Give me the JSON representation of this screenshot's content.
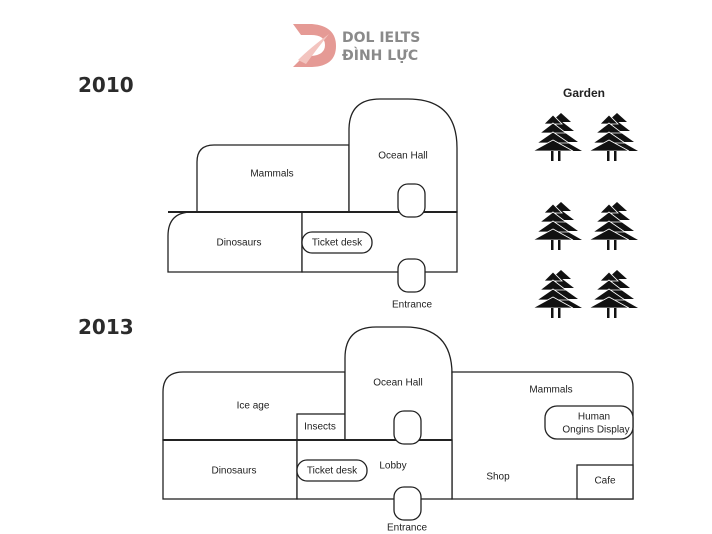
{
  "logo": {
    "line1": "DOL IELTS",
    "line2": "ĐÌNH LỰC",
    "brand_color": "#e59a95"
  },
  "plan2010": {
    "year": "2010",
    "rooms": {
      "mammals": "Mammals",
      "ocean_hall": "Ocean Hall",
      "dinosaurs": "Dinosaurs",
      "ticket_desk": "Ticket desk"
    },
    "entrance": "Entrance",
    "garden": {
      "title": "Garden",
      "tree_count": 6,
      "tree_icon": "pine-tree-icon"
    }
  },
  "plan2013": {
    "year": "2013",
    "rooms": {
      "ice_age": "Ice age",
      "insects": "Insects",
      "ocean_hall": "Ocean Hall",
      "mammals": "Mammals",
      "human_origins_line1": "Human",
      "human_origins_line2": "Ongins Display",
      "dinosaurs": "Dinosaurs",
      "ticket_desk": "Ticket desk",
      "lobby": "Lobby",
      "shop": "Shop",
      "cafe": "Cafe"
    },
    "entrance": "Entrance"
  }
}
